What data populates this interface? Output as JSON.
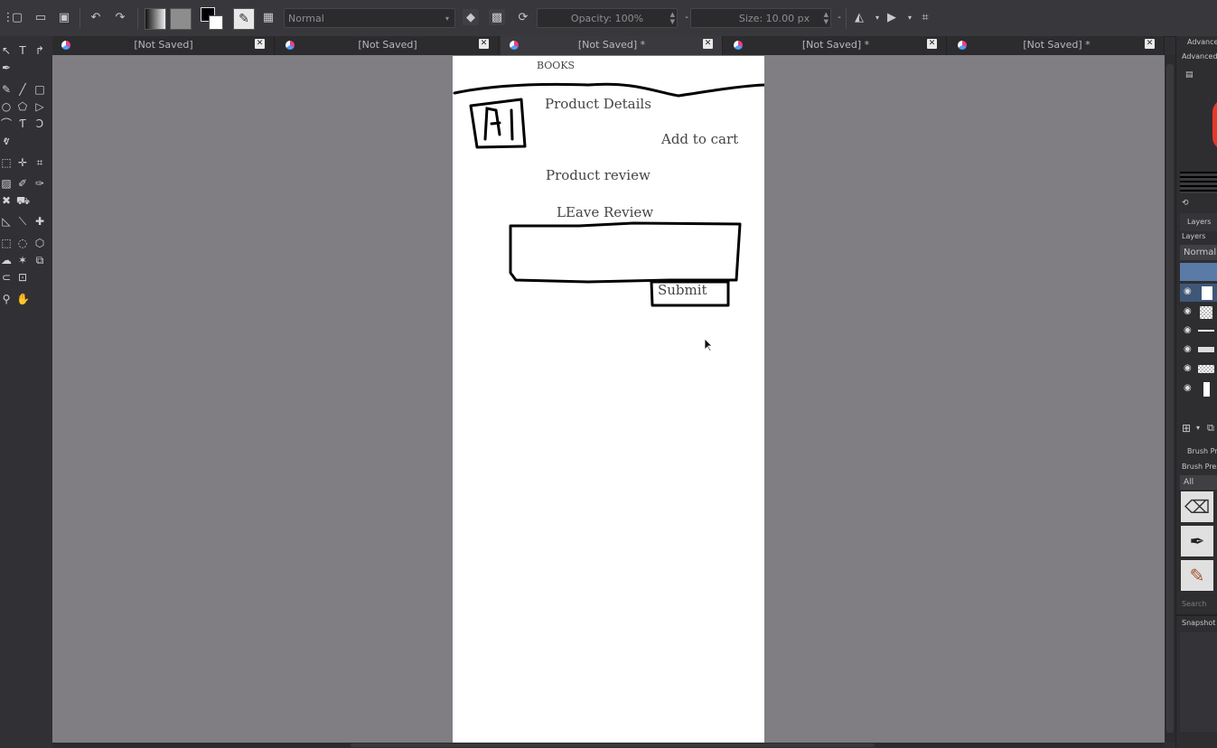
{
  "toolbar": {
    "blend_mode": "Normal",
    "opacity": "Opacity: 100%",
    "size": "Size: 10.00 px"
  },
  "tabs": [
    {
      "title": "[Not Saved]"
    },
    {
      "title": "[Not Saved]"
    },
    {
      "title": "[Not Saved]  *"
    },
    {
      "title": "[Not Saved]  *"
    },
    {
      "title": "[Not Saved]  *"
    }
  ],
  "canvas": {
    "header": "BOOKS",
    "image_placeholder": "AI",
    "product_details": "Product Details",
    "add_to_cart": "Add to cart",
    "product_review": "Product review",
    "leave_review": "LEave Review",
    "submit": "Submit"
  },
  "dock": {
    "advanced_tab": "Advanced",
    "advanced_label": "Advanced C",
    "layers_tab": "Layers",
    "layers_label": "Layers",
    "layers_blend": "Normal",
    "brush_presets_tab": "Brush Pre",
    "brush_presets_label": "Brush Prese",
    "brush_filter": "All",
    "brush_search": "Search",
    "snapshot_label": "Snapshot D"
  },
  "colors": {
    "canvas_bg": "#807e83",
    "ui_bg": "#38383c",
    "accent_layer": "#5a7aa8"
  }
}
